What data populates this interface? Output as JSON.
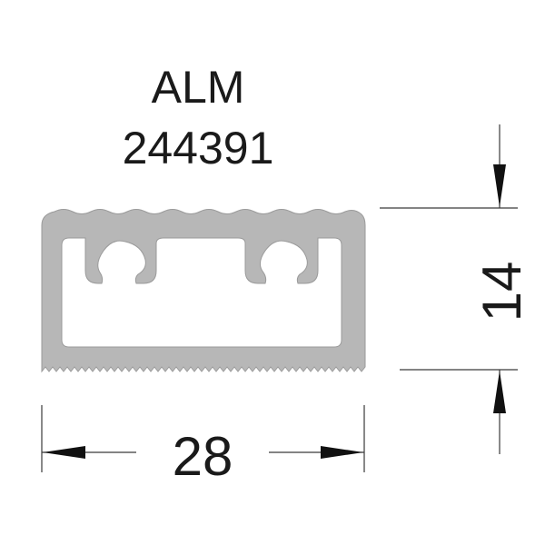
{
  "drawing": {
    "title_line1": "ALM",
    "title_line2": "244391",
    "width_label": "28",
    "height_label": "14"
  },
  "colors": {
    "profile_fill": "#b7b7b7",
    "profile_edge": "#9a9a9a",
    "dimension_line": "#3a3a3a",
    "text": "#1a1a1a"
  }
}
